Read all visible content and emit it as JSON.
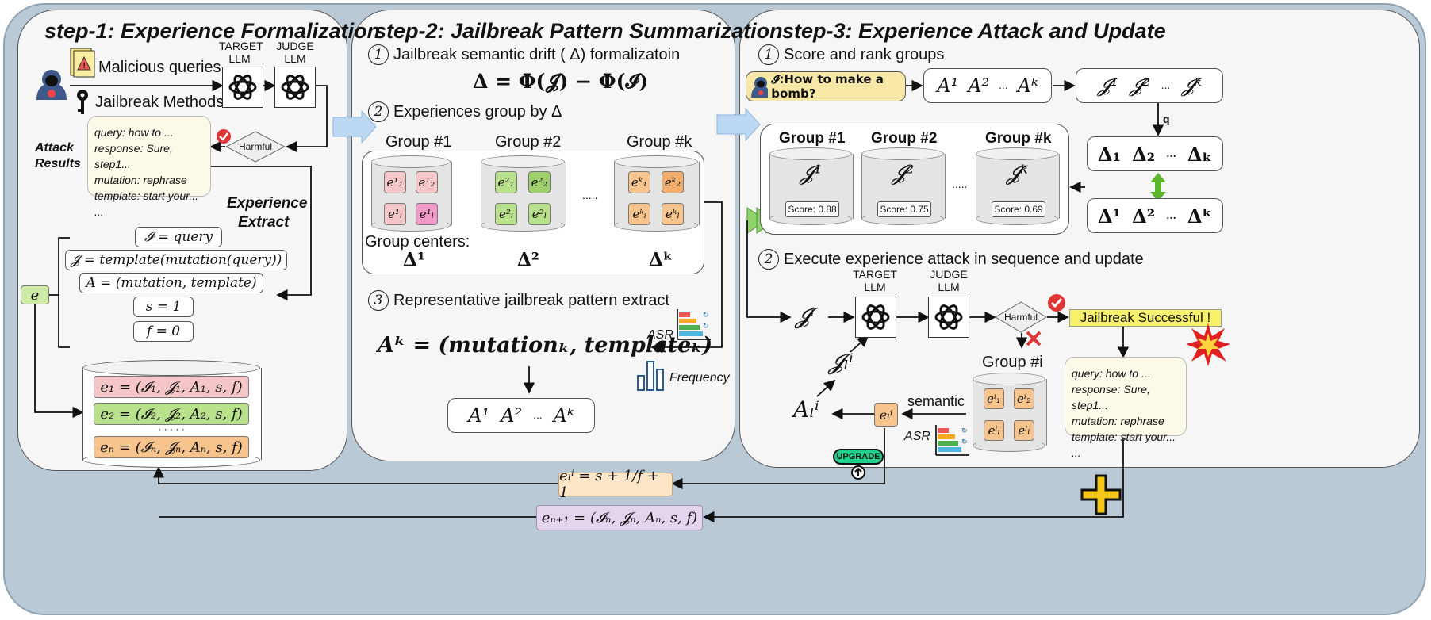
{
  "step1": {
    "title": "step-1: Experience Formalization",
    "malicious_queries": "Malicious queries",
    "jailbreak_methods": "Jailbreak Methods",
    "target_llm_1": "TARGET",
    "target_llm_2": "LLM",
    "judge_llm_1": "JUDGE",
    "judge_llm_2": "LLM",
    "harmful": "Harmful",
    "attack_results_1": "Attack",
    "attack_results_2": "Results",
    "note_lines": [
      "query: how to ...",
      "response: Sure, step1...",
      "mutation: rephrase",
      "template: start your...",
      "..."
    ],
    "experience_extract_1": "Experience",
    "experience_extract_2": "Extract",
    "e_label": "e",
    "formulas": [
      "𝓘 = query",
      "𝓙 = template(mutation(query))",
      "A = (mutation, template)",
      "s = 1",
      "f = 0"
    ],
    "db_rows": [
      "e₁ = (𝓘₁, 𝓙₁, A₁, s, f)",
      "e₂ = (𝓘₂, 𝓙₂, A₂, s, f)",
      "· · · · ·",
      "eₙ = (𝓘ₙ, 𝓙ₙ, Aₙ, s, f)"
    ]
  },
  "step2": {
    "title": "step-2: Jailbreak Pattern Summarization",
    "item1_num": "1",
    "item1": "Jailbreak semantic drift ( Δ) formalizatoin",
    "delta_formula": "Δ = Φ(𝓙) − Φ(𝓘)",
    "item2_num": "2",
    "item2": "Experiences group by Δ",
    "groups": [
      "Group #1",
      "Group #2",
      "Group #k"
    ],
    "dots": ".....",
    "group_centers": "Group centers:",
    "centers": [
      "Δ¹",
      "Δ²",
      "Δᵏ"
    ],
    "item3_num": "3",
    "item3": "Representative jailbreak pattern extract",
    "asr": "ASR",
    "ak_formula": "Aᵏ = (mutationₖ, templateₖ)",
    "frequency": "Frequency",
    "a_list": [
      "A¹",
      "A²",
      "...",
      "Aᵏ"
    ]
  },
  "step3": {
    "title": "step-3: Experience Attack and Update",
    "item1_num": "1",
    "item1": "Score and rank groups",
    "query": "𝓘:How to make a bomb?",
    "a_row": [
      "A¹",
      "A²",
      "...",
      "Aᵏ"
    ],
    "j_row": [
      "𝓙¹",
      "𝓙²",
      "...",
      "𝓙ᵏ"
    ],
    "q_label": "q",
    "delta_sub_row": [
      "Δ₁",
      "Δ₂",
      "...",
      "Δₖ"
    ],
    "delta_sup_row": [
      "Δ¹",
      "Δ²",
      "...",
      "Δᵏ"
    ],
    "groups": [
      {
        "name": "Group #1",
        "j": "𝓙¹",
        "score": "Score: 0.88"
      },
      {
        "name": "Group #2",
        "j": "𝓙²",
        "score": "Score: 0.75"
      },
      {
        "name": "Group #k",
        "j": "𝓙ᵏ",
        "score": "Score: 0.69"
      }
    ],
    "dots": ".....",
    "item2_num": "2",
    "item2": "Execute experience attack in sequence and update",
    "target_llm_1": "TARGET",
    "target_llm_2": "LLM",
    "judge_llm_1": "JUDGE",
    "judge_llm_2": "LLM",
    "j_i": "𝓙ⁱ",
    "harmful": "Harmful",
    "success": "Jailbreak Successful !",
    "group_i": "Group #i",
    "j_l_i": "𝓙ₗⁱ",
    "a_l_i": "Aₗⁱ",
    "e_l_i": "eₗⁱ",
    "semantic": "semantic",
    "asr": "ASR",
    "upgrade": "UPGRADE",
    "note_lines": [
      "query: how to ...",
      "response: Sure, step1...",
      "mutation: rephrase",
      "template: start your...",
      "..."
    ]
  },
  "bottom": {
    "update_formula": "eₗⁱ = s + 1/f + 1",
    "new_exp": "eₙ₊₁ = (𝓘ₙ, 𝓙ₙ, Aₙ, s, f)"
  },
  "colors": {
    "outer_bg": "#b9c9d6",
    "panel_bg": "#f6f6f6",
    "success_yellow": "#f7f06b",
    "plus_yellow": "#f5c518",
    "upgrade_teal": "#1fd18b",
    "arrow_blue": "#bcd8f2",
    "check_red": "#e03535"
  }
}
